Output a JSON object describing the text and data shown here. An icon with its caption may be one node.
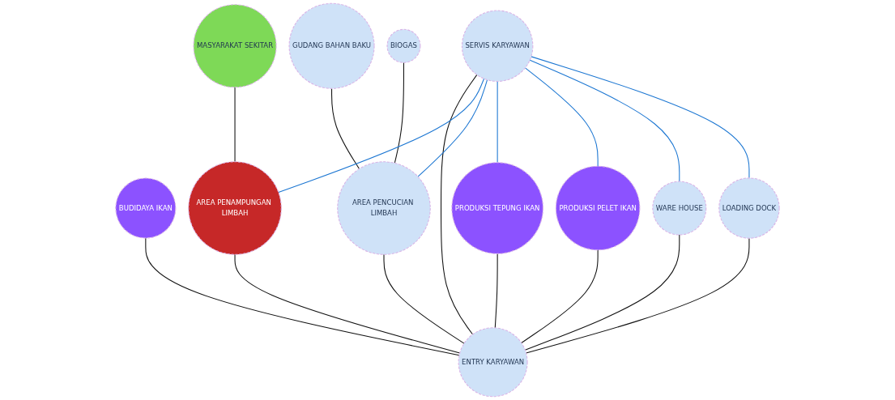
{
  "diagram": {
    "nodes": [
      {
        "text": [
          "BUDIDAYA IKAN"
        ]
      },
      {
        "text": [
          "SERVIS KARYAWAN"
        ]
      },
      {
        "text": [
          "AREA PENAMPUNGAN LIMBAH"
        ]
      },
      {
        "text": [
          "AREA PENCUCIAN LIMBAH"
        ]
      },
      {
        "text": [
          "GUDANG BAHAN BAKU"
        ]
      },
      {
        "text": [
          "BIOGAS"
        ]
      },
      {
        "text": [
          "PRODUKSI TEPUNG IKAN"
        ]
      },
      {
        "text": [
          "PRODUKSI PELET IKAN"
        ]
      },
      {
        "text": [
          "WARE HOUSE"
        ]
      },
      {
        "text": [
          "LOADING DOCK"
        ]
      },
      {
        "text": [
          "ENTRY KARYAWAN"
        ]
      },
      {
        "text": [
          "MASYARAKAT SEKITAR"
        ]
      }
    ],
    "edges": [
      {
        "from": 0,
        "to": 10,
        "arrow": "none"
      },
      {
        "from": 1,
        "to": 10,
        "arrow": "none"
      },
      {
        "from": 2,
        "to": 10,
        "arrow": "none"
      },
      {
        "from": 3,
        "to": 10,
        "arrow": "none"
      },
      {
        "from": 6,
        "to": 10,
        "arrow": "none"
      },
      {
        "from": 7,
        "to": 10,
        "arrow": "none"
      },
      {
        "from": 8,
        "to": 10,
        "arrow": "none"
      },
      {
        "from": 9,
        "to": 10,
        "arrow": "none"
      },
      {
        "from": 11,
        "to": 2,
        "arrow": "none"
      },
      {
        "from": 4,
        "to": 3,
        "arrow": "none"
      },
      {
        "from": 5,
        "to": 3,
        "arrow": "none"
      },
      {
        "from": 1,
        "to": 2,
        "arrow": "none",
        "color": "#1b76d2"
      },
      {
        "from": 1,
        "to": 3,
        "arrow": "none",
        "color": "#1b76d2"
      },
      {
        "from": 1,
        "to": 6,
        "arrow": "none",
        "color": "#1b76d2"
      },
      {
        "from": 1,
        "to": 7,
        "arrow": "none",
        "color": "#1b76d2"
      },
      {
        "from": 1,
        "to": 8,
        "arrow": "none",
        "color": "#1b76d2"
      },
      {
        "from": 1,
        "to": 9,
        "arrow": "none",
        "color": "#1b76d2"
      }
    ]
  }
}
